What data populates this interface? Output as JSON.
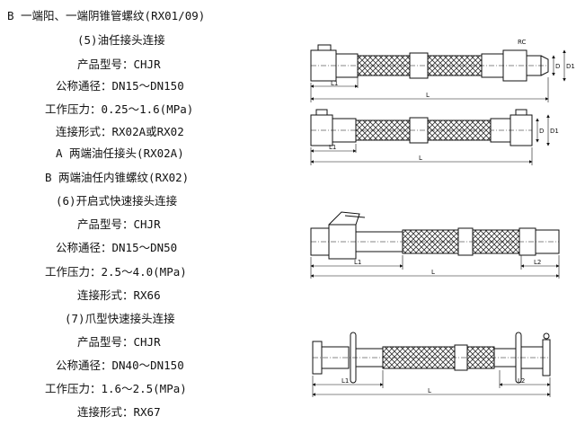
{
  "text_lines": [
    "B 一端阳、一端阴锥管螺纹(RX01/09)",
    "(5)油任接头连接",
    "产品型号：CHJR",
    "公称通径：DN15～DN150",
    "工作压力：0.25～1.6(MPa)",
    "连接形式：RX02A或RX02",
    "A 两端油任接头(RX02A)",
    "B 两端油任内锥螺纹(RX02)",
    "(6)开启式快速接头连接",
    "产品型号：CHJR",
    "公称通径：DN15～DN50",
    "工作压力：2.5～4.0(MPa)",
    "连接形式：RX66",
    "(7)爪型快速接头连接",
    "产品型号：CHJR",
    "公称通径：DN40～DN150",
    "工作压力：1.6～2.5(MPa)",
    "连接形式：RX67"
  ],
  "figures": {
    "fig1": {
      "l1": "L1",
      "l": "L",
      "rc": "RC",
      "d": "D",
      "d1": "D1"
    },
    "fig2": {
      "l1": "L1",
      "l": "L",
      "d": "D",
      "d1": "D1"
    },
    "fig3": {
      "l1": "L1",
      "l": "L",
      "l2": "L2"
    },
    "fig4": {
      "l1": "L1",
      "l": "L",
      "l2": "L2"
    }
  }
}
